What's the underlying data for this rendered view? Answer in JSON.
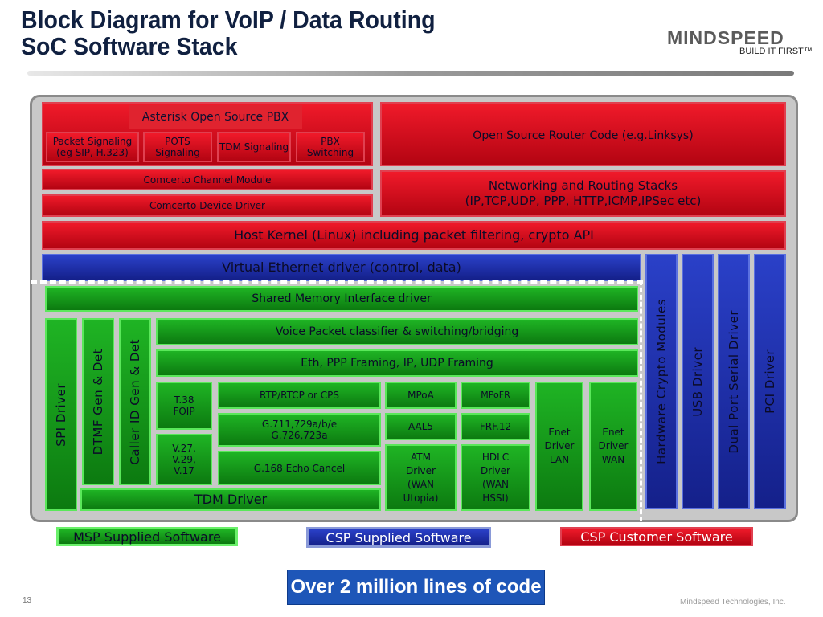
{
  "title": {
    "line1": "Block Diagram for VoIP / Data Routing",
    "line2": "SoC Software Stack"
  },
  "logo": {
    "name": "MINDSPEED",
    "tagline": "BUILD IT FIRST™"
  },
  "colors": {
    "msp_green": "#1a9e1f",
    "csp_blue": "#1e2fa8",
    "customer_red": "#d40a1a",
    "callout_blue": "#1e56b8"
  },
  "diagram": {
    "customer": {
      "asterisk": "Asterisk Open Source PBX",
      "packet_signaling": "Packet Signaling (eg SIP, H.323)",
      "pots": "POTS Signaling",
      "tdm_signaling": "TDM Signaling",
      "pbx_switching": "PBX Switching",
      "channel_module": "Comcerto Channel Module",
      "device_driver": "Comcerto Device Driver",
      "router_code": "Open Source Router Code (e.g.Linksys)",
      "networking_l1": "Networking and Routing Stacks",
      "networking_l2": "(IP,TCP,UDP, PPP, HTTP,ICMP,IPSec etc)",
      "host_kernel": "Host Kernel (Linux) including packet filtering, crypto API"
    },
    "csp": {
      "virtual_ethernet": "Virtual Ethernet driver (control, data)",
      "crypto": "Hardware Crypto Modules",
      "usb": "USB Driver",
      "dual_port": "Dual Port Serial Driver",
      "pci": "PCI  Driver"
    },
    "msp": {
      "shared_memory": "Shared Memory Interface driver",
      "spi": "SPI Driver",
      "dtmf": "DTMF  Gen & Det",
      "caller_id": "Caller ID Gen & Det",
      "voice_classifier": "Voice Packet classifier & switching/bridging",
      "eth_framing": "Eth, PPP Framing, IP, UDP Framing",
      "t38": "T.38 FOIP",
      "v27": "V.27, V.29, V.17",
      "rtp": "RTP/RTCP   or  CPS",
      "g711": "G.711,729a/b/e G.726,723a",
      "g168": "G.168 Echo Cancel",
      "mpoa": "MPoA",
      "mpofr": "MPoFR",
      "aal5": "AAL5",
      "frf12": "FRF.12",
      "atm": "ATM Driver (WAN Utopia)",
      "hdlc": "HDLC Driver (WAN HSSI)",
      "enet_lan": "Enet Driver LAN",
      "enet_wan": "Enet Driver WAN",
      "tdm_driver": "TDM Driver"
    }
  },
  "legend": {
    "msp": "MSP Supplied Software",
    "csp": "CSP Supplied Software",
    "customer": "CSP Customer Software"
  },
  "callout": "Over 2 million lines of code",
  "page_number": "13",
  "footer": "Mindspeed Technologies, Inc."
}
